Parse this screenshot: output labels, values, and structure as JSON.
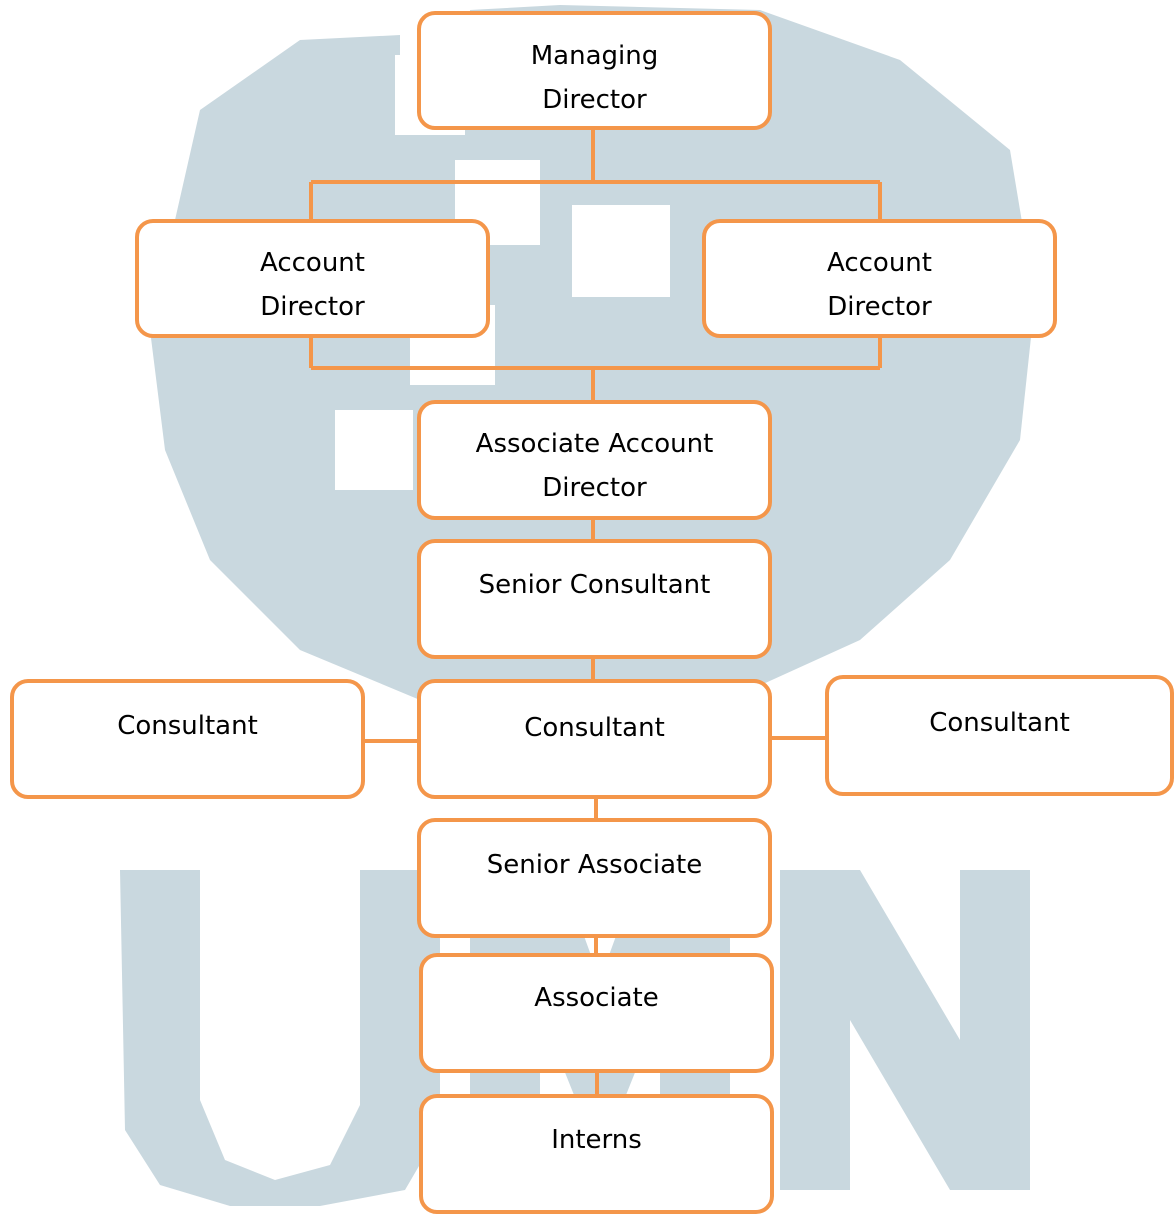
{
  "colors": {
    "accent": "#f4964a",
    "watermark": "#c9d8df",
    "watermark_light": "#e6eef1"
  },
  "nodes": {
    "managing_director": {
      "line1": "Managing",
      "line2": "Director"
    },
    "account_director_left": {
      "line1": "Account",
      "line2": "Director"
    },
    "account_director_right": {
      "line1": "Account",
      "line2": "Director"
    },
    "associate_account_director": {
      "line1": "Associate Account",
      "line2": "Director"
    },
    "senior_consultant": {
      "line1": "Senior Consultant"
    },
    "consultant_center": {
      "line1": "Consultant"
    },
    "consultant_left": {
      "line1": "Consultant"
    },
    "consultant_right": {
      "line1": "Consultant"
    },
    "senior_associate": {
      "line1": "Senior Associate"
    },
    "associate": {
      "line1": "Associate"
    },
    "interns": {
      "line1": "Interns"
    }
  }
}
